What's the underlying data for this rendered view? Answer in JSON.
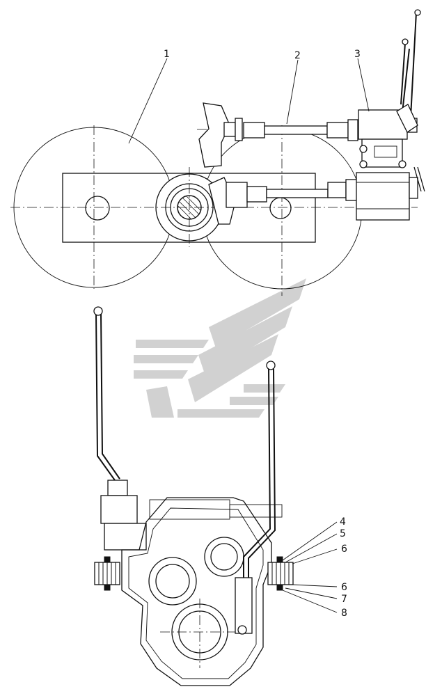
{
  "labels": {
    "l1": "1",
    "l2": "2",
    "l3": "3",
    "l4": "4",
    "l5": "5",
    "l6a": "6",
    "l6b": "6",
    "l7": "7",
    "l8": "8"
  },
  "colors": {
    "line": "#111111",
    "watermark": "#c8c8c8",
    "background": "#ffffff"
  },
  "icons": {
    "watermark": "stylized-chevron-logo"
  }
}
